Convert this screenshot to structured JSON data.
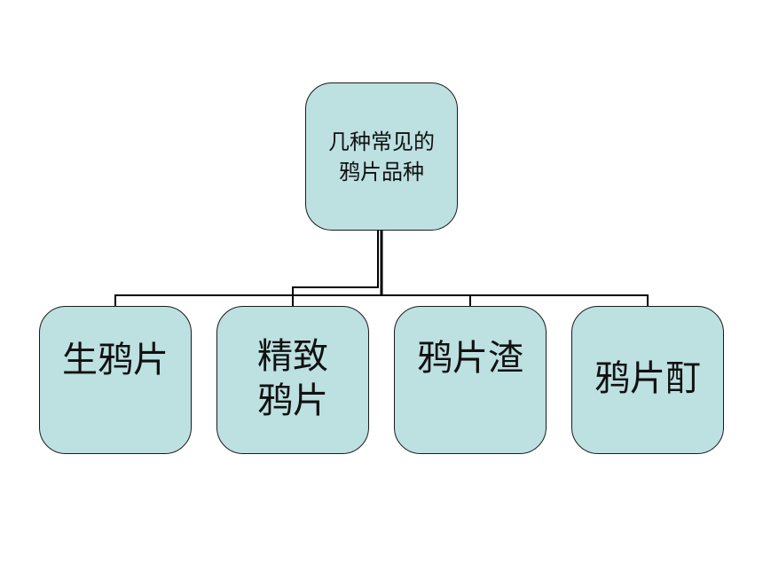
{
  "diagram": {
    "root": {
      "label": "几种常见的\n鸦片品种"
    },
    "children": [
      {
        "label": "生鸦片"
      },
      {
        "label": "精致\n鸦片"
      },
      {
        "label": "鸦片渣"
      },
      {
        "label": "鸦片酊"
      }
    ],
    "colors": {
      "node_fill": "#bde0e1",
      "node_border": "#1a1a1a",
      "connector": "#000000",
      "background": "#ffffff"
    }
  }
}
